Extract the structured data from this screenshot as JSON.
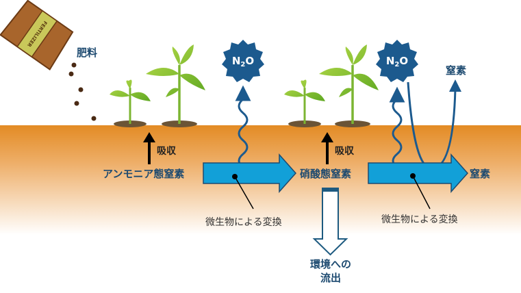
{
  "labels": {
    "fertilizer": "肥料",
    "fertilizer_bag_text": "FERTILIZER",
    "ammonium_nitrogen": "アンモニア態窒素",
    "nitrate_nitrogen": "硝酸態窒素",
    "nitrogen_right": "窒素",
    "nitrogen_top": "窒素",
    "absorption_1": "吸収",
    "absorption_2": "吸収",
    "microbial_conversion_1": "微生物による変換",
    "microbial_conversion_2": "微生物による変換",
    "outflow_line1": "環境への",
    "outflow_line2": "流出",
    "n2o_1": {
      "main": "N",
      "sub": "2",
      "end": "O"
    },
    "n2o_2": {
      "main": "N",
      "sub": "2",
      "end": "O"
    }
  },
  "colors": {
    "soil_top": "#e38b24",
    "arrow_fill": "#12a0d8",
    "dark_blue": "#1d4a70",
    "n2o_badge": "#1c5a8e"
  }
}
